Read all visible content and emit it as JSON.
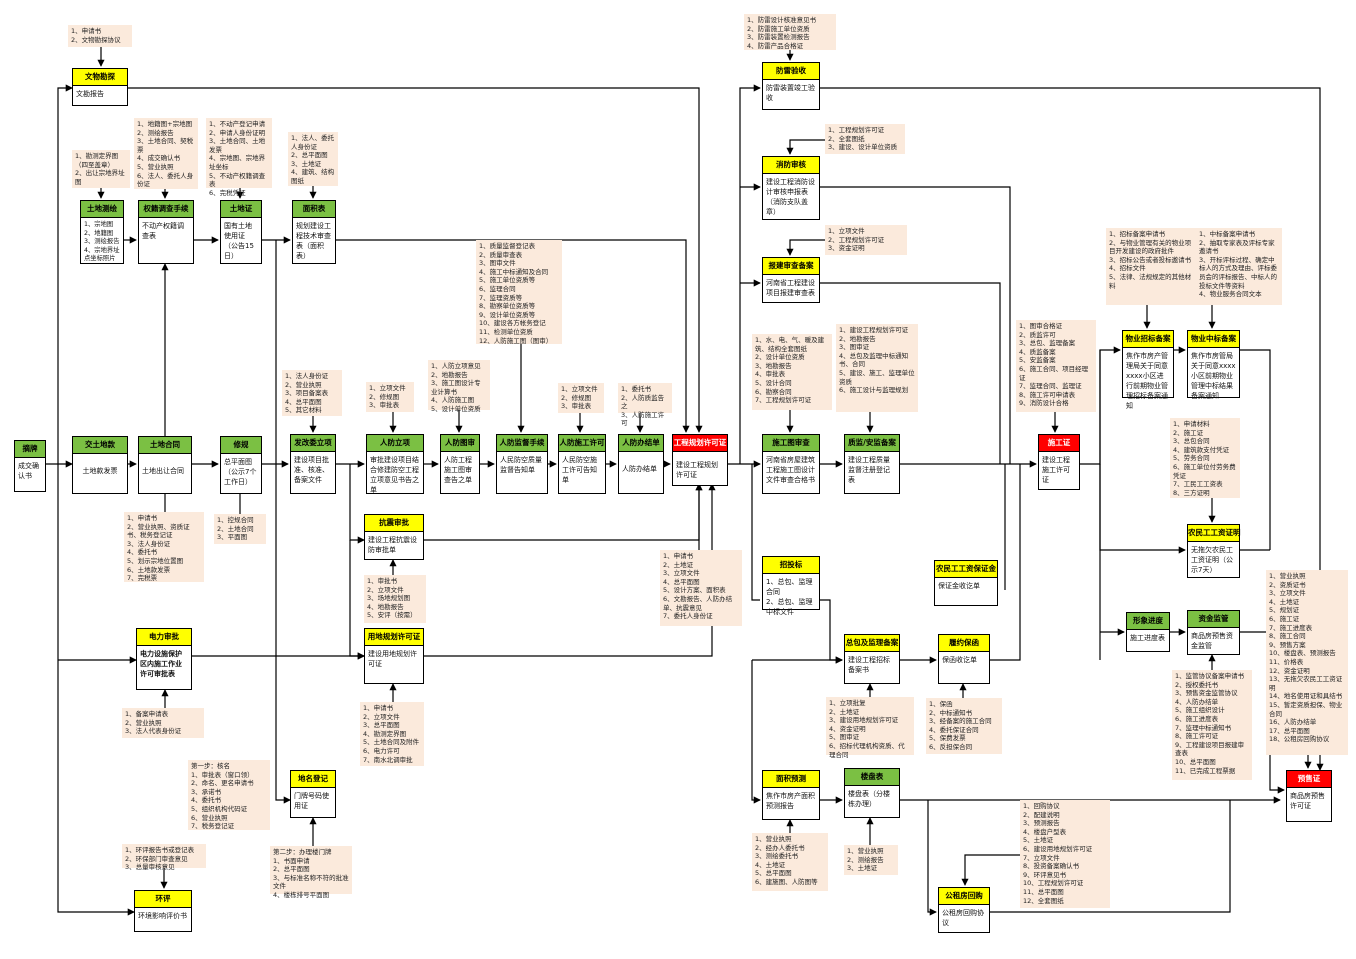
{
  "boxes": {
    "paipai": {
      "title": "摘牌",
      "body": "成交确认书",
      "color": "green"
    },
    "wenwu": {
      "title": "文物勘探",
      "body": "文勘报告",
      "color": "yellow"
    },
    "tudicehui": {
      "title": "土地测绘",
      "body": "1、宗地图\n2、地籍图\n3、测绘报告\n4、宗地界址点坐标照片",
      "color": "green"
    },
    "quanshu": {
      "title": "权籍调查手续",
      "body": "不动产权籍调查表",
      "color": "green"
    },
    "tudizheng": {
      "title": "土地证",
      "body": "国有土地使用证（公告15日）",
      "color": "green"
    },
    "mianjibiao": {
      "title": "面积表",
      "body": "规划建设工程技术审查表（面积表）",
      "color": "green"
    },
    "jiaotu": {
      "title": "交土地款",
      "body": "土地款发票",
      "color": "green"
    },
    "tudihetong": {
      "title": "土地合同",
      "body": "土地出让合同",
      "color": "green"
    },
    "xiugui": {
      "title": "修规",
      "body": "总平面图（公示7个工作日）",
      "color": "green"
    },
    "fagai": {
      "title": "发改委立项",
      "body": "建设项目批准、核准、备案文件",
      "color": "green"
    },
    "renfanglixiang": {
      "title": "人防立项",
      "body": "审批建设项目结合修建防空工程立项意见书告之单",
      "color": "green"
    },
    "renfangtushen": {
      "title": "人防图审",
      "body": "人防工程施工图审查告之单",
      "color": "green"
    },
    "renfangjiandu": {
      "title": "人防监督手续",
      "body": "人民防空质量监督告知单",
      "color": "green"
    },
    "renfangshigong": {
      "title": "人防施工许可",
      "body": "人民防空施工许可告知单",
      "color": "green"
    },
    "renfangjieban": {
      "title": "人防办结单",
      "body": "人防办结单",
      "color": "green"
    },
    "gongchengguihua": {
      "title": "工程规划许可证",
      "body": "建设工程规划许可证",
      "color": "red"
    },
    "kangzhen": {
      "title": "抗震审批",
      "body": "建设工程抗震设防审批单",
      "color": "yellow"
    },
    "yongdiguihua": {
      "title": "用地规划许可证",
      "body": "建设用地规划许可证",
      "color": "yellow"
    },
    "dianli": {
      "title": "电力审批",
      "body": "电力设施保护区内施工作业许可审批表",
      "color": "yellow"
    },
    "diming": {
      "title": "地名登记",
      "body": "门牌号码使用证",
      "color": "yellow"
    },
    "huanping": {
      "title": "环评",
      "body": "环境影响评价书",
      "color": "yellow"
    },
    "fanglei": {
      "title": "防雷验收",
      "body": "防雷装置竣工验收",
      "color": "yellow"
    },
    "xiaofang": {
      "title": "消防审核",
      "body": "建设工程消防设计审核申报表（消防支队盖章）",
      "color": "yellow"
    },
    "baojian": {
      "title": "报建审查备案",
      "body": "河南省工程建设项目报建审查表",
      "color": "yellow"
    },
    "shigongtu": {
      "title": "施工图审查",
      "body": "河南省房屋建筑工程施工图设计文件审查合格书",
      "color": "green"
    },
    "zhijian": {
      "title": "质监/安监备案",
      "body": "建设工程质量监督注册登记表",
      "color": "green"
    },
    "shigongzheng": {
      "title": "施工证",
      "body": "建设工程施工许可证",
      "color": "red"
    },
    "wuyezhaobiao": {
      "title": "物业招标备案",
      "body": "焦作市房产管理局关于同意xxxx小区进行前期物业管理招标备案通知",
      "color": "yellow"
    },
    "wuyezhongbiao": {
      "title": "物业中标备案",
      "body": "焦作市房管局关于同意xxxx小区前期物业管理中标结果备案通知",
      "color": "yellow"
    },
    "nongmingong": {
      "title": "农民工工资证明",
      "body": "无拖欠农民工工资证明（公示7天）",
      "color": "yellow"
    },
    "nongmingongbaozheng": {
      "title": "农民工工资保证金",
      "body": "保证金收讫单",
      "color": "yellow"
    },
    "zhaotoubiao": {
      "title": "招投标",
      "body": "1、总包、监理合同\n2、总包、监理中标文件",
      "color": "yellow"
    },
    "zongbao": {
      "title": "总包及监理备案",
      "body": "建设工程招标备案书",
      "color": "yellow"
    },
    "lvyue": {
      "title": "履约保函",
      "body": "保函收讫单",
      "color": "yellow"
    },
    "xingxiang": {
      "title": "形象进度",
      "body": "施工进度表",
      "color": "green"
    },
    "zijinjianguan": {
      "title": "资金监管",
      "body": "商品房预售资金监管",
      "color": "green"
    },
    "yushouzheng": {
      "title": "预售证",
      "body": "商品房预售许可证",
      "color": "red"
    },
    "mianjiyuce": {
      "title": "面积预测",
      "body": "焦作市房产面积预测报告",
      "color": "yellow"
    },
    "loupanbiao": {
      "title": "楼盘表",
      "body": "楼盘表（分楼栋办理）",
      "color": "green"
    },
    "gongzuhuigou": {
      "title": "公租房回购",
      "body": "公租房回购协议",
      "color": "yellow"
    }
  },
  "notes": {
    "n_wenwu": "1、申请书\n2、文物勘探协议",
    "n_tudicehui": "1、勘测定界图（四至盖章）\n2、出让宗地界址图",
    "n_quanshu": "1、地籍图+宗地图\n2、测绘报告\n3、土地合同、契税票\n4、成交确认书\n5、营业执照\n6、法人、委托人身份证",
    "n_tudizheng": "1、不动产登记申请\n2、申请人身份证明\n3、土地合同、土地发票\n4、宗地图、宗地界址坐标\n5、不动产权籍调查表\n6、完税凭证",
    "n_mianjibiao": "1、法人、委托人身份证\n2、总平面图\n3、土地证\n4、建筑、结构图纸",
    "n_tudihetong": "1、申请书\n2、营业执照、资质证书、税务登记证\n3、法人身份证\n4、委托书\n5、划示宗地位置图\n6、土地款发票\n7、完税票",
    "n_xiugui": "1、控规合同\n2、土地合同\n3、平面图",
    "n_fagai": "1、法人身份证\n2、营业执照\n3、项目备案表\n4、总平面图\n5、其它材料",
    "n_renfanglixiang": "1、立项文件\n2、修规图\n3、审批表",
    "n_renfangtushen": "1、人防立项意见\n2、地勘报告\n3、施工图设计专业计算书\n4、人防施工图\n5、设计单位资质",
    "n_renfangjiandu": "1、质量监督登记表\n2、质量审查表\n3、图审文件\n4、施工中标通知及合同\n5、施工单位资质等\n6、监理合同\n7、监理资质等\n8、勘察单位资质等\n9、设计单位资质等\n10、建设各方帐务登记\n11、检测单位资质\n12、人防施工图（图审）",
    "n_renfangshigong": "1、立项文件\n2、修规图\n3、审批表",
    "n_renfangjieban": "1、委托书\n2、人防质监告之\n3、人防施工许可",
    "n_gongchengguihua": "1、申请书\n2、土地证\n3、立项文件\n4、总平面图\n5、设计方案、面积表\n6、文勘报告、人防办结单、抗震意见\n7、委托人身份证",
    "n_kangzhen": "1、审批书\n2、立项文件\n3、场地规划图\n4、地勘报告\n5、安评（按需）",
    "n_yongdiguihua": "1、申请书\n2、立项文件\n3、总平面图\n4、勘测定界图\n5、土地合同及附件\n6、电力许可\n7、南水北调审批",
    "n_dianli": "1、备案申请表\n2、营业执照\n3、法人代表身份证",
    "n_diming1": "第一步：核名\n1、审批表（窗口领）\n2、命名、更名申请书\n3、承诺书\n4、委托书\n5、组织机构代码证\n6、营业执照\n7、税务登记证",
    "n_diming2": "第二步：办理楼门牌\n1、书面申请\n2、总平面图\n3、与标准名称不符的批准文件\n4、楼栋排号平面图",
    "n_huanping": "1、环评报告书或登记表\n2、环保部门审查意见\n3、总量审核意见",
    "n_fanglei": "1、防雷设计核准意见书\n2、防雷施工单位资质\n3、防雷装置检测报告\n4、防雷产品合格证",
    "n_xiaofang": "1、工程规划许可证\n2、全套图纸\n3、建设、设计单位资质",
    "n_baojian": "1、立项文件\n2、工程规划许可证\n3、资金证明",
    "n_shigongtu": "1、水、电、气、暖及建筑、结构全套图纸\n2、设计单位资质\n3、地勘报告\n4、审批表\n5、设计合同\n6、勘察合同\n7、工程规划许可证",
    "n_zhijian": "1、建设工程规划许可证\n2、地勘报告\n3、图审证\n4、总包及监理中标通知书、合同\n5、建设、施工、监理单位资质\n6、施工设计与监理规划",
    "n_shigongzheng": "1、图审合格证\n2、质监许可\n3、总包、监理备案\n4、质监备案\n5、安监备案\n6、施工合同、项目经理证\n7、监理合同、监理证\n8、施工许可申请表\n9、消防设计合格",
    "n_wuyezhaobiao": "1、招标备案申请书\n2、与物业管理有关的物业项目开发建设的政府批件\n3、招标公告或者投标邀请书\n4、招标文件\n5、法律、法规规定的其他材料",
    "n_wuyezhongbiao": "1、中标备案申请书\n2、抽取专家表及评标专家邀请书\n3、开标评标过程、确定中标人的方式及理由、评标委员会的评标报告、中标人的投标文件等资料\n4、物业服务合同文本",
    "n_nongmingong": "1、申请材料\n2、施工证\n3、总包合同\n4、建筑款支付凭证\n5、劳务合同\n6、施工单位付劳务费凭证\n7、工民工工资表\n8、三方证明",
    "n_zongbao": "1、立项批复\n2、土地证\n3、建设用地规划许可证\n4、资金证明\n5、图审证\n6、招标代理机构资质、代理合同",
    "n_lvyue": "1、保函\n2、中标通知书\n3、经备案的施工合同\n4、委托保证合同\n5、保费发票\n6、反担保合同",
    "n_zijinjianguan": "1、监管协议备案申请书\n2、授权委托书\n3、预售资金监管协议\n4、人防办结单\n5、施工组织设计\n6、施工进度表\n7、监理中标通知书\n8、施工许可证\n9、工程建设项目报建审查表\n10、总平面图\n11、已完成工程票据",
    "n_yushouzheng": "1、营业执照\n2、资质证书\n3、立项文件\n4、土地证\n5、规划证\n6、施工证\n7、施工进度表\n8、施工合同\n9、预售方案\n10、楼盘表、预测报告\n11、价格表\n12、资金证明\n13、无拖欠农民工工资证明\n14、地名使用证和具结书\n15、暂定资质担保、物业合同\n16、人防办结单\n17、总平面图\n18、公租房回购协议",
    "n_mianjiyuce": "1、营业执照\n2、经办人委托书\n3、测绘委托书\n4、土地证\n5、总平面图\n6、建施图、人防图等",
    "n_loupanbiao": "1、营业执照\n2、测绘报告\n3、土地证",
    "n_gongzuhuigou": "1、回购协议\n2、配建说明\n3、预测报告\n4、楼盘户型表\n5、土地证\n6、建设用地规划许可证\n7、立项文件\n8、投资备案确认书\n9、环评意见书\n10、工程规划许可证\n11、总平面图\n12、全套图纸"
  }
}
